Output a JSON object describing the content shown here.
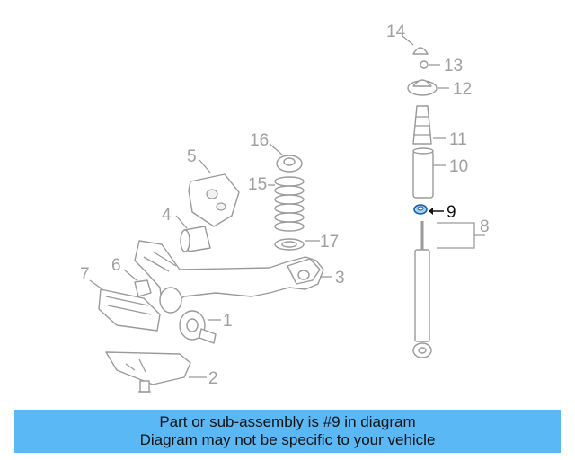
{
  "diagram": {
    "callouts": [
      "1",
      "2",
      "3",
      "4",
      "5",
      "6",
      "7",
      "8",
      "9",
      "10",
      "11",
      "12",
      "13",
      "14",
      "15",
      "16",
      "17"
    ],
    "highlighted_callout": "9",
    "highlight_color": "#2a7fd4"
  },
  "banner": {
    "line1": "Part or sub-assembly is #9 in diagram",
    "line2": "Diagram may not be specific to your vehicle",
    "background": "#5ab9f5"
  }
}
